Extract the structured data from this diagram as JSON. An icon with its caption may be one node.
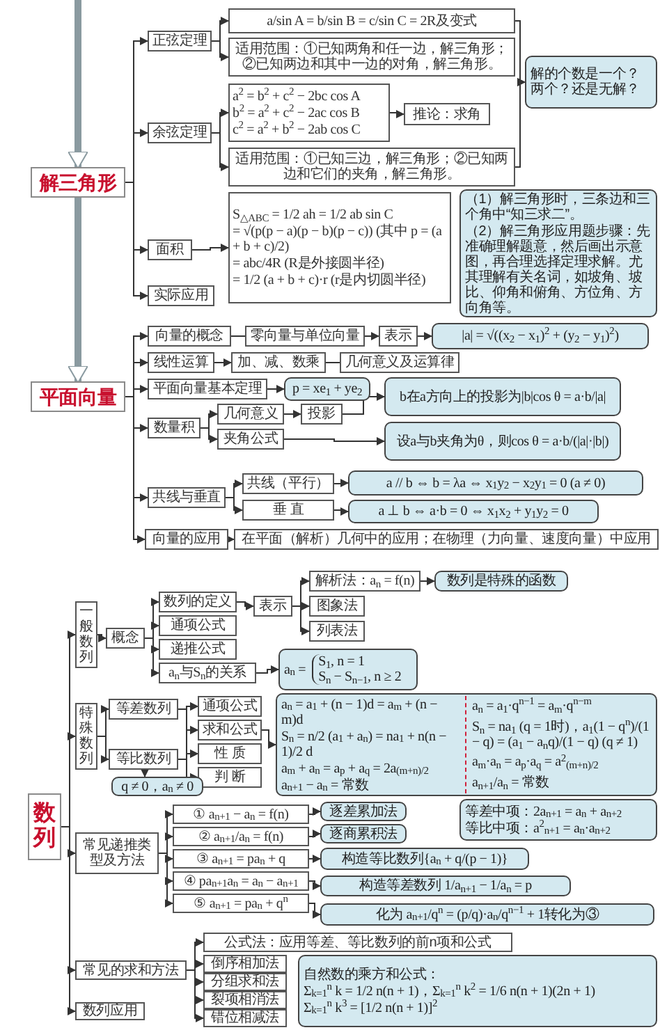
{
  "diagram": {
    "nodes": [
      {
        "text": [
          "解三角形"
        ]
      },
      {
        "text": [
          "正弦定理"
        ]
      },
      {
        "text": [
          "a/sin A = b/sin B = c/sin C = 2R及变式"
        ]
      },
      {
        "text": [
          "适用范围：①已知两角和任一边，解三角形；②已知两边和其中一边的对角，解三角形。"
        ]
      },
      {
        "text": [
          "余弦定理"
        ]
      },
      {
        "text": [
          "a$^{2}$ = b$^{2}$ + c$^{2}$ − 2bc cos A",
          "b$^{2}$ = a$^{2}$ + c$^{2}$ − 2ac cos B",
          "c$^{2}$ = a$^{2}$ + b$^{2}$ − 2ab cos C"
        ]
      },
      {
        "text": [
          "推论：求角"
        ]
      },
      {
        "text": [
          "适用范围：①已知三边，解三角形；②已知两边和它们的夹角，解三角形。"
        ]
      },
      {
        "text": [
          "解的个数是一个？两个？还是无解？"
        ]
      },
      {
        "text": [
          "面积"
        ]
      },
      {
        "text": [
          "S$_{△ABC}$ = 1/2 ah = 1/2 ab sin C",
          "= √(p(p − a)(p − b)(p − c)) (其中 p = (a + b + c)/2)",
          "= abc/4R (R是外接圆半径)",
          "= 1/2 (a + b + c)·r (r是内切圆半径)"
        ]
      },
      {
        "text": [
          "实际应用"
        ]
      },
      {
        "text": [
          "（1）解三角形时，三条边和三个角中“知三求二”。",
          "（2）解三角形应用题步骤：先准确理解题意，然后画出示意图，再合理选择定理求解。尤其理解有关名词，如坡角、坡比、仰角和俯角、方位角、方向角等。"
        ]
      },
      {
        "text": [
          "平面向量"
        ]
      },
      {
        "text": [
          "向量的概念"
        ]
      },
      {
        "text": [
          "零向量与单位向量"
        ]
      },
      {
        "text": [
          "表示"
        ]
      },
      {
        "text": [
          "|a| = √((x$_{2}$ − x$_{1}$)$^{2}$ + (y$_{2}$ − y$_{1}$)$^{2}$)"
        ]
      },
      {
        "text": [
          "线性运算"
        ]
      },
      {
        "text": [
          "加、减、数乘"
        ]
      },
      {
        "text": [
          "几何意义及运算律"
        ]
      },
      {
        "text": [
          "平面向量基本定理"
        ]
      },
      {
        "text": [
          "p = xe$_{1}$ + ye$_{2}$"
        ]
      },
      {
        "text": [
          "数量积"
        ]
      },
      {
        "text": [
          "几何意义"
        ]
      },
      {
        "text": [
          "投影"
        ]
      },
      {
        "text": [
          "b在a方向上的投影为|b|cos θ = a·b/|a|"
        ]
      },
      {
        "text": [
          "夹角公式"
        ]
      },
      {
        "text": [
          "设a与b夹角为θ，则cos θ = a·b/(|a|·|b|)"
        ]
      },
      {
        "text": [
          "共线与垂直"
        ]
      },
      {
        "text": [
          "共线（平行）"
        ]
      },
      {
        "text": [
          "a // b ⇔ b = λa ⇔ x$_{1}$y$_{2}$ − x$_{2}$y$_{1}$ = 0 (a ≠ 0)"
        ]
      },
      {
        "text": [
          "垂 直"
        ]
      },
      {
        "text": [
          "a ⊥ b ⇔ a·b = 0 ⇔ x$_{1}$x$_{2}$ + y$_{1}$y$_{2}$ = 0"
        ]
      },
      {
        "text": [
          "向量的应用"
        ]
      },
      {
        "text": [
          "在平面（解析）几何中的应用；在物理（力向量、速度向量）中应用"
        ]
      },
      {
        "text": [
          "数列"
        ]
      },
      {
        "text": [
          "一般数列"
        ]
      },
      {
        "text": [
          "概念"
        ]
      },
      {
        "text": [
          "数列的定义"
        ]
      },
      {
        "text": [
          "通项公式"
        ]
      },
      {
        "text": [
          "递推公式"
        ]
      },
      {
        "text": [
          "a$_{n}$与S$_{n}$的关系"
        ]
      },
      {
        "text": [
          "表示"
        ]
      },
      {
        "text": [
          "解析法：a$_{n}$ = f(n)"
        ]
      },
      {
        "text": [
          "图象法"
        ]
      },
      {
        "text": [
          "列表法"
        ]
      },
      {
        "text": [
          "数列是特殊的函数"
        ]
      },
      {
        "text": [
          "a$_{n}$ =",
          "S$_{1}$, n = 1",
          "S$_{n}$ − S$_{n−1}$, n ≥ 2"
        ]
      },
      {
        "text": [
          "特殊数列"
        ]
      },
      {
        "text": [
          "等差数列"
        ]
      },
      {
        "text": [
          "等比数列"
        ]
      },
      {
        "text": [
          "通项公式"
        ]
      },
      {
        "text": [
          "求和公式"
        ]
      },
      {
        "text": [
          "性 质"
        ]
      },
      {
        "text": [
          "判 断"
        ]
      },
      {
        "text": [
          "a$_{n}$ = a$_{1}$ + (n − 1)d = a$_{m}$ + (n − m)d",
          "S$_{n}$ = n/2 (a$_{1}$ + a$_{n}$) = na$_{1}$ + n(n − 1)/2 d",
          "a$_{m}$ + a$_{n}$ = a$_{p}$ + a$_{q}$ = 2a$_{(m+n)/2}$",
          "a$_{n+1}$ − a$_{n}$ = 常数",
          "a$_{n}$ = a$_{1}$·q$^{n−1}$ = a$_{m}$·q$^{n−m}$",
          "S$_{n}$ = na$_{1}$ (q = 1时)，a$_{1}$(1 − q$^{n}$)/(1 − q) = (a$_{1}$ − a$_{n}$q)/(1 − q) (q ≠ 1)",
          "a$_{m}$·a$_{n}$ = a$_{p}$·a$_{q}$ = a$^{2}$$_{(m+n)/2}$",
          "a$_{n+1}$/a$_{n}$ = 常数"
        ]
      },
      {
        "text": [
          "等差中项：2a$_{n+1}$ = a$_{n}$ + a$_{n+2}$",
          "等比中项：a$^{2}$$_{n+1}$ = a$_{n}$·a$_{n+2}$"
        ]
      },
      {
        "text": [
          "q ≠ 0，a$_{n}$ ≠ 0"
        ]
      },
      {
        "text": [
          "常见递推类型及方法"
        ]
      },
      {
        "text": [
          "① a$_{n+1}$ − a$_{n}$ = f(n)"
        ]
      },
      {
        "text": [
          "② a$_{n+1}$/a$_{n}$ = f(n)"
        ]
      },
      {
        "text": [
          "③ a$_{n+1}$ = pa$_{n}$ + q"
        ]
      },
      {
        "text": [
          "④ pa$_{n+1}$a$_{n}$ = a$_{n}$ − a$_{n+1}$"
        ]
      },
      {
        "text": [
          "⑤ a$_{n+1}$ = pa$_{n}$ + q$^{n}$"
        ]
      },
      {
        "text": [
          "逐差累加法"
        ]
      },
      {
        "text": [
          "逐商累积法"
        ]
      },
      {
        "text": [
          "构造等比数列{a$_{n}$ + q/(p − 1)}"
        ]
      },
      {
        "text": [
          "构造等差数列 1/a$_{n+1}$ − 1/a$_{n}$ = p"
        ]
      },
      {
        "text": [
          "化为 a$_{n+1}$/q$^{n}$ = (p/q)·a$_{n}$/q$^{n−1}$ + 1转化为③"
        ]
      },
      {
        "text": [
          "常见的求和方法"
        ]
      },
      {
        "text": [
          "公式法：应用等差、等比数列的前n项和公式"
        ]
      },
      {
        "text": [
          "倒序相加法"
        ]
      },
      {
        "text": [
          "分组求和法"
        ]
      },
      {
        "text": [
          "裂项相消法"
        ]
      },
      {
        "text": [
          "错位相减法"
        ]
      },
      {
        "text": [
          "自然数的乘方和公式：",
          "Σ$_{k=1}$$^{n}$ k = 1/2 n(n + 1)，Σ$_{k=1}$$^{n}$ k$^{2}$ = 1/6 n(n + 1)(2n + 1)",
          "Σ$_{k=1}$$^{n}$ k$^{3}$ = [1/2 n(n + 1)]$^{2}$"
        ]
      },
      {
        "text": [
          "数列应用"
        ]
      }
    ],
    "edges": [
      {
        "from": null,
        "to": 0,
        "arrow": "to",
        "style": "thick",
        "color": "#8a9aa0"
      },
      {
        "from": 0,
        "to": 13,
        "arrow": "to",
        "style": "thick",
        "color": "#8a9aa0"
      },
      {
        "from": 0,
        "to": 1,
        "arrow": "to"
      },
      {
        "from": 0,
        "to": 4,
        "arrow": "to"
      },
      {
        "from": 0,
        "to": 9,
        "arrow": "to"
      },
      {
        "from": 0,
        "to": 11,
        "arrow": "to"
      },
      {
        "from": 1,
        "to": 2,
        "arrow": "to"
      },
      {
        "from": 1,
        "to": 3,
        "arrow": "to"
      },
      {
        "from": 4,
        "to": 5,
        "arrow": "to"
      },
      {
        "from": 4,
        "to": 7,
        "arrow": "to"
      },
      {
        "from": 5,
        "to": 6,
        "arrow": "to"
      },
      {
        "from": 2,
        "to": 8,
        "arrow": "to"
      },
      {
        "from": 7,
        "to": 8,
        "arrow": "to"
      },
      {
        "from": 9,
        "to": 10,
        "arrow": "to"
      },
      {
        "from": 13,
        "to": 14,
        "arrow": "to"
      },
      {
        "from": 13,
        "to": 18,
        "arrow": "to"
      },
      {
        "from": 13,
        "to": 21,
        "arrow": "to"
      },
      {
        "from": 13,
        "to": 23,
        "arrow": "to"
      },
      {
        "from": 13,
        "to": 29,
        "arrow": "to"
      },
      {
        "from": 13,
        "to": 34,
        "arrow": "to"
      },
      {
        "from": 14,
        "to": 15,
        "arrow": "none"
      },
      {
        "from": 15,
        "to": 16,
        "arrow": "to"
      },
      {
        "from": 16,
        "to": 17,
        "arrow": "to"
      },
      {
        "from": 18,
        "to": 19,
        "arrow": "to"
      },
      {
        "from": 19,
        "to": 20,
        "arrow": "none"
      },
      {
        "from": 21,
        "to": 22,
        "arrow": "to"
      },
      {
        "from": 23,
        "to": 24,
        "arrow": "to"
      },
      {
        "from": 23,
        "to": 27,
        "arrow": "to"
      },
      {
        "from": 24,
        "to": 25,
        "arrow": "to"
      },
      {
        "from": 25,
        "to": 26,
        "arrow": "to"
      },
      {
        "from": 27,
        "to": 28,
        "arrow": "to"
      },
      {
        "from": 29,
        "to": 30,
        "arrow": "to"
      },
      {
        "from": 29,
        "to": 32,
        "arrow": "to"
      },
      {
        "from": 30,
        "to": 31,
        "arrow": "to"
      },
      {
        "from": 32,
        "to": 33,
        "arrow": "to"
      },
      {
        "from": 34,
        "to": 35,
        "arrow": "to"
      },
      {
        "from": 36,
        "to": 37,
        "arrow": "to"
      },
      {
        "from": 36,
        "to": 49,
        "arrow": "to"
      },
      {
        "from": 36,
        "to": 59,
        "arrow": "to"
      },
      {
        "from": 36,
        "to": 70,
        "arrow": "to"
      },
      {
        "from": 36,
        "to": 77,
        "arrow": "to"
      },
      {
        "from": 37,
        "to": 38,
        "arrow": "to"
      },
      {
        "from": 38,
        "to": 39,
        "arrow": "to"
      },
      {
        "from": 38,
        "to": 40,
        "arrow": "to"
      },
      {
        "from": 38,
        "to": 41,
        "arrow": "to"
      },
      {
        "from": 38,
        "to": 42,
        "arrow": "to"
      },
      {
        "from": 39,
        "to": 43,
        "arrow": "to"
      },
      {
        "from": 43,
        "to": 44,
        "arrow": "to"
      },
      {
        "from": 43,
        "to": 45,
        "arrow": "to"
      },
      {
        "from": 43,
        "to": 46,
        "arrow": "to"
      },
      {
        "from": 44,
        "to": 47,
        "arrow": "to"
      },
      {
        "from": 42,
        "to": 48,
        "arrow": "to"
      },
      {
        "from": 49,
        "to": 50,
        "arrow": "to"
      },
      {
        "from": 49,
        "to": 51,
        "arrow": "to"
      },
      {
        "from": 50,
        "to": 52,
        "arrow": "to"
      },
      {
        "from": 50,
        "to": 53,
        "arrow": "to"
      },
      {
        "from": 50,
        "to": 54,
        "arrow": "to"
      },
      {
        "from": 50,
        "to": 55,
        "arrow": "to"
      },
      {
        "from": 51,
        "to": 52,
        "arrow": "to"
      },
      {
        "from": 51,
        "to": 53,
        "arrow": "to"
      },
      {
        "from": 51,
        "to": 54,
        "arrow": "to"
      },
      {
        "from": 51,
        "to": 55,
        "arrow": "to"
      },
      {
        "from": 53,
        "to": 56,
        "arrow": "to"
      },
      {
        "from": 51,
        "to": 58,
        "arrow": "to"
      },
      {
        "from": 59,
        "to": 60,
        "arrow": "to"
      },
      {
        "from": 59,
        "to": 61,
        "arrow": "to"
      },
      {
        "from": 59,
        "to": 62,
        "arrow": "to"
      },
      {
        "from": 59,
        "to": 63,
        "arrow": "to"
      },
      {
        "from": 59,
        "to": 64,
        "arrow": "to"
      },
      {
        "from": 60,
        "to": 65,
        "arrow": "to"
      },
      {
        "from": 61,
        "to": 66,
        "arrow": "to"
      },
      {
        "from": 62,
        "to": 67,
        "arrow": "to"
      },
      {
        "from": 63,
        "to": 68,
        "arrow": "to"
      },
      {
        "from": 64,
        "to": 69,
        "arrow": "to"
      },
      {
        "from": 70,
        "to": 71,
        "arrow": "to"
      },
      {
        "from": 70,
        "to": 72,
        "arrow": "to"
      },
      {
        "from": 70,
        "to": 73,
        "arrow": "to"
      },
      {
        "from": 70,
        "to": 74,
        "arrow": "to"
      },
      {
        "from": 70,
        "to": 75,
        "arrow": "to"
      }
    ]
  }
}
